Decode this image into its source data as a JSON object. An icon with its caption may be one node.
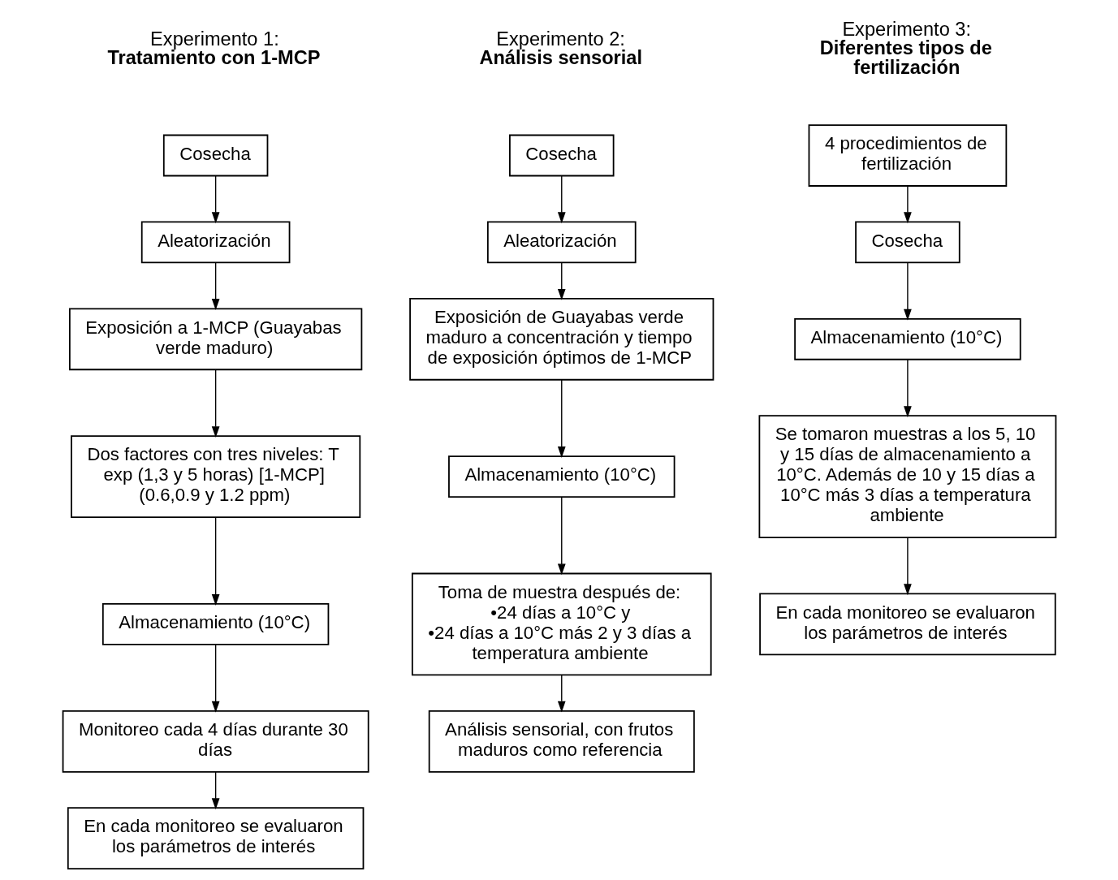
{
  "diagram": {
    "nodes": [
      {
        "text": [
          "Cosecha"
        ]
      },
      {
        "text": [
          "Aleatorización"
        ]
      },
      {
        "text": [
          "Exposición a 1-MCP (Guayabas verde maduro)"
        ]
      },
      {
        "text": [
          "Dos factores con tres niveles: T exp (1,3 y 5 horas) [1-MCP] (0.6,0.9 y 1.2 ppm)"
        ]
      },
      {
        "text": [
          "Almacenamiento (10°C)"
        ]
      },
      {
        "text": [
          "Monitoreo cada 4 días durante 30 días"
        ]
      },
      {
        "text": [
          "En cada monitoreo se evaluaron los parámetros de interés"
        ]
      },
      {
        "text": [
          "Cosecha"
        ]
      },
      {
        "text": [
          "Aleatorización"
        ]
      },
      {
        "text": [
          "Exposición de Guayabas verde maduro a concentración y tiempo de exposición óptimos de 1-MCP"
        ]
      },
      {
        "text": [
          "Almacenamiento (10°C)"
        ]
      },
      {
        "text": [
          "Toma de muestra después de:",
          "•24 días a 10°C y",
          "•24 días a 10°C más 2 y 3 días a temperatura ambiente"
        ]
      },
      {
        "text": [
          "Análisis sensorial, con frutos maduros como referencia"
        ]
      },
      {
        "text": [
          "4 procedimientos de fertilización"
        ]
      },
      {
        "text": [
          "Cosecha"
        ]
      },
      {
        "text": [
          "Almacenamiento (10°C)"
        ]
      },
      {
        "text": [
          "Se tomaron muestras a los 5, 10 y 15 días de almacenamiento a 10°C. Además de 10 y 15 días a 10°C más 3 días a temperatura ambiente"
        ]
      },
      {
        "text": [
          "En cada monitoreo se evaluaron los parámetros de interés"
        ]
      }
    ],
    "edges": [
      {
        "from": 0,
        "to": 1,
        "arrow": "to"
      },
      {
        "from": 1,
        "to": 2,
        "arrow": "to"
      },
      {
        "from": 2,
        "to": 3,
        "arrow": "to"
      },
      {
        "from": 3,
        "to": 4,
        "arrow": "to"
      },
      {
        "from": 4,
        "to": 5,
        "arrow": "to"
      },
      {
        "from": 5,
        "to": 6,
        "arrow": "to"
      },
      {
        "from": 7,
        "to": 8,
        "arrow": "to"
      },
      {
        "from": 8,
        "to": 9,
        "arrow": "to"
      },
      {
        "from": 9,
        "to": 10,
        "arrow": "to"
      },
      {
        "from": 10,
        "to": 11,
        "arrow": "to"
      },
      {
        "from": 11,
        "to": 12,
        "arrow": "to"
      },
      {
        "from": 13,
        "to": 14,
        "arrow": "to"
      },
      {
        "from": 14,
        "to": 15,
        "arrow": "to"
      },
      {
        "from": 15,
        "to": 16,
        "arrow": "to"
      },
      {
        "from": 16,
        "to": 17,
        "arrow": "to"
      }
    ],
    "labels": [
      "Experimento 1:",
      "Tratamiento con 1-MCP",
      "Experimento 2:",
      "Análisis sensorial",
      "Experimento 3:",
      "Diferentes tipos de fertilización"
    ]
  }
}
